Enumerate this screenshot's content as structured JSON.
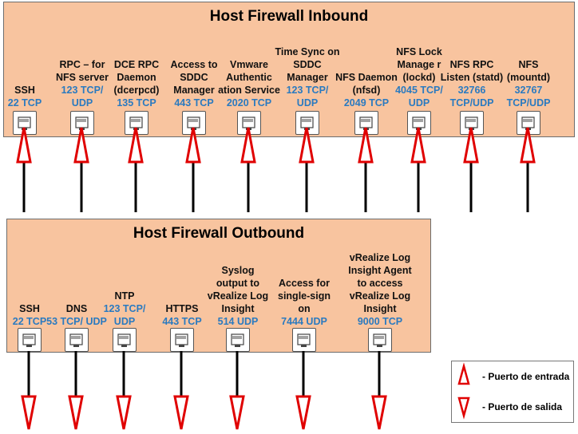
{
  "inbound": {
    "title": "Host Firewall Inbound",
    "ports": [
      {
        "name": "SSH",
        "port": "22 TCP"
      },
      {
        "name": "RPC – for NFS server",
        "port": "123 TCP/ UDP"
      },
      {
        "name": "DCE RPC Daemon (dcerpcd)",
        "port": "135 TCP"
      },
      {
        "name": "Access to SDDC Manager",
        "port": "443 TCP"
      },
      {
        "name": "Vmware Authentic ation Service",
        "port": "2020 TCP"
      },
      {
        "name": "Time Sync on SDDC Manager",
        "port": "123 TCP/ UDP"
      },
      {
        "name": "NFS Daemon (nfsd)",
        "port": "2049 TCP"
      },
      {
        "name": "NFS Lock Manage r (lockd)",
        "port": "4045 TCP/ UDP"
      },
      {
        "name": "NFS RPC Listen (statd)",
        "port": "32766 TCP/UDP"
      },
      {
        "name": "NFS (mountd)",
        "port": "32767 TCP/UDP"
      }
    ]
  },
  "outbound": {
    "title": "Host Firewall Outbound",
    "ports": [
      {
        "name": "SSH",
        "port": "22 TCP"
      },
      {
        "name": "DNS",
        "port": "53 TCP/ UDP"
      },
      {
        "name": "NTP",
        "port": "123 TCP/ UDP"
      },
      {
        "name": "HTTPS",
        "port": "443 TCP"
      },
      {
        "name": "Syslog output to vRealize Log Insight",
        "port": "514 UDP"
      },
      {
        "name": "Access for single-sign on",
        "port": "7444 UDP"
      },
      {
        "name": "vRealize Log Insight Agent to access vRealize Log Insight",
        "port": "9000 TCP"
      }
    ]
  },
  "legend": {
    "inbound_label": "- Puerto de entrada",
    "outbound_label": "- Puerto de salida"
  },
  "colors": {
    "panel": "#f8c49f",
    "arrow_head": "#e00000",
    "port_number": "#2a7ac0"
  },
  "icons": {
    "port_jack": "ethernet-port-icon",
    "inbound_arrow": "up-arrow-icon",
    "outbound_arrow": "down-arrow-icon"
  }
}
